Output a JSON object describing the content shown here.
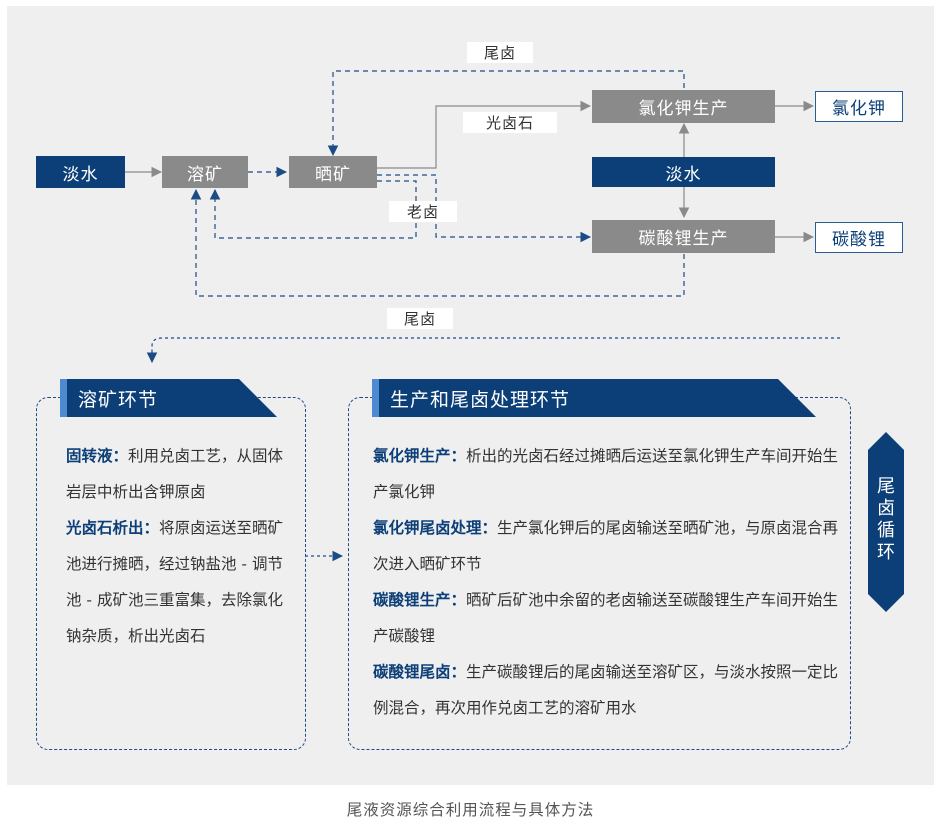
{
  "flow": {
    "fresh_water_1": "淡水",
    "dissolve": "溶矿",
    "sun_dry": "晒矿",
    "kcl_production": "氯化钾生产",
    "fresh_water_2": "淡水",
    "li2co3_production": "碳酸锂生产",
    "kcl_output": "氯化钾",
    "li2co3_output": "碳酸锂",
    "label_tail_brine_top": "尾卤",
    "label_light_brine_stone": "光卤石",
    "label_old_brine": "老卤",
    "label_tail_brine_bottom": "尾卤"
  },
  "dissolve_section": {
    "title": "溶矿环节",
    "items": [
      {
        "term": "固转液：",
        "desc": "利用兑卤工艺，从固体岩层中析出含钾原卤"
      },
      {
        "term": "光卤石析出：",
        "desc": "将原卤运送至晒矿池进行摊晒，经过钠盐池 - 调节池 - 成矿池三重富集，去除氯化钠杂质，析出光卤石"
      }
    ]
  },
  "production_section": {
    "title": "生产和尾卤处理环节",
    "items": [
      {
        "term": "氯化钾生产：",
        "desc": "析出的光卤石经过摊晒后运送至氯化钾生产车间开始生产氯化钾"
      },
      {
        "term": "氯化钾尾卤处理：",
        "desc": "生产氯化钾后的尾卤输送至晒矿池，与原卤混合再次进入晒矿环节"
      },
      {
        "term": "碳酸锂生产：",
        "desc": "晒矿后矿池中余留的老卤输送至碳酸锂生产车间开始生产碳酸锂"
      },
      {
        "term": "碳酸锂尾卤：",
        "desc": "生产碳酸锂后的尾卤输送至溶矿区，与淡水按照一定比例混合，再次用作兑卤工艺的溶矿用水"
      }
    ]
  },
  "cycle_label": [
    "尾",
    "卤",
    "循",
    "环"
  ],
  "caption": "尾液资源综合利用流程与具体方法",
  "colors": {
    "navy": "#0c3f78",
    "gray": "#8a8a8a",
    "accent": "#4e8ad0",
    "background": "#efefef"
  }
}
